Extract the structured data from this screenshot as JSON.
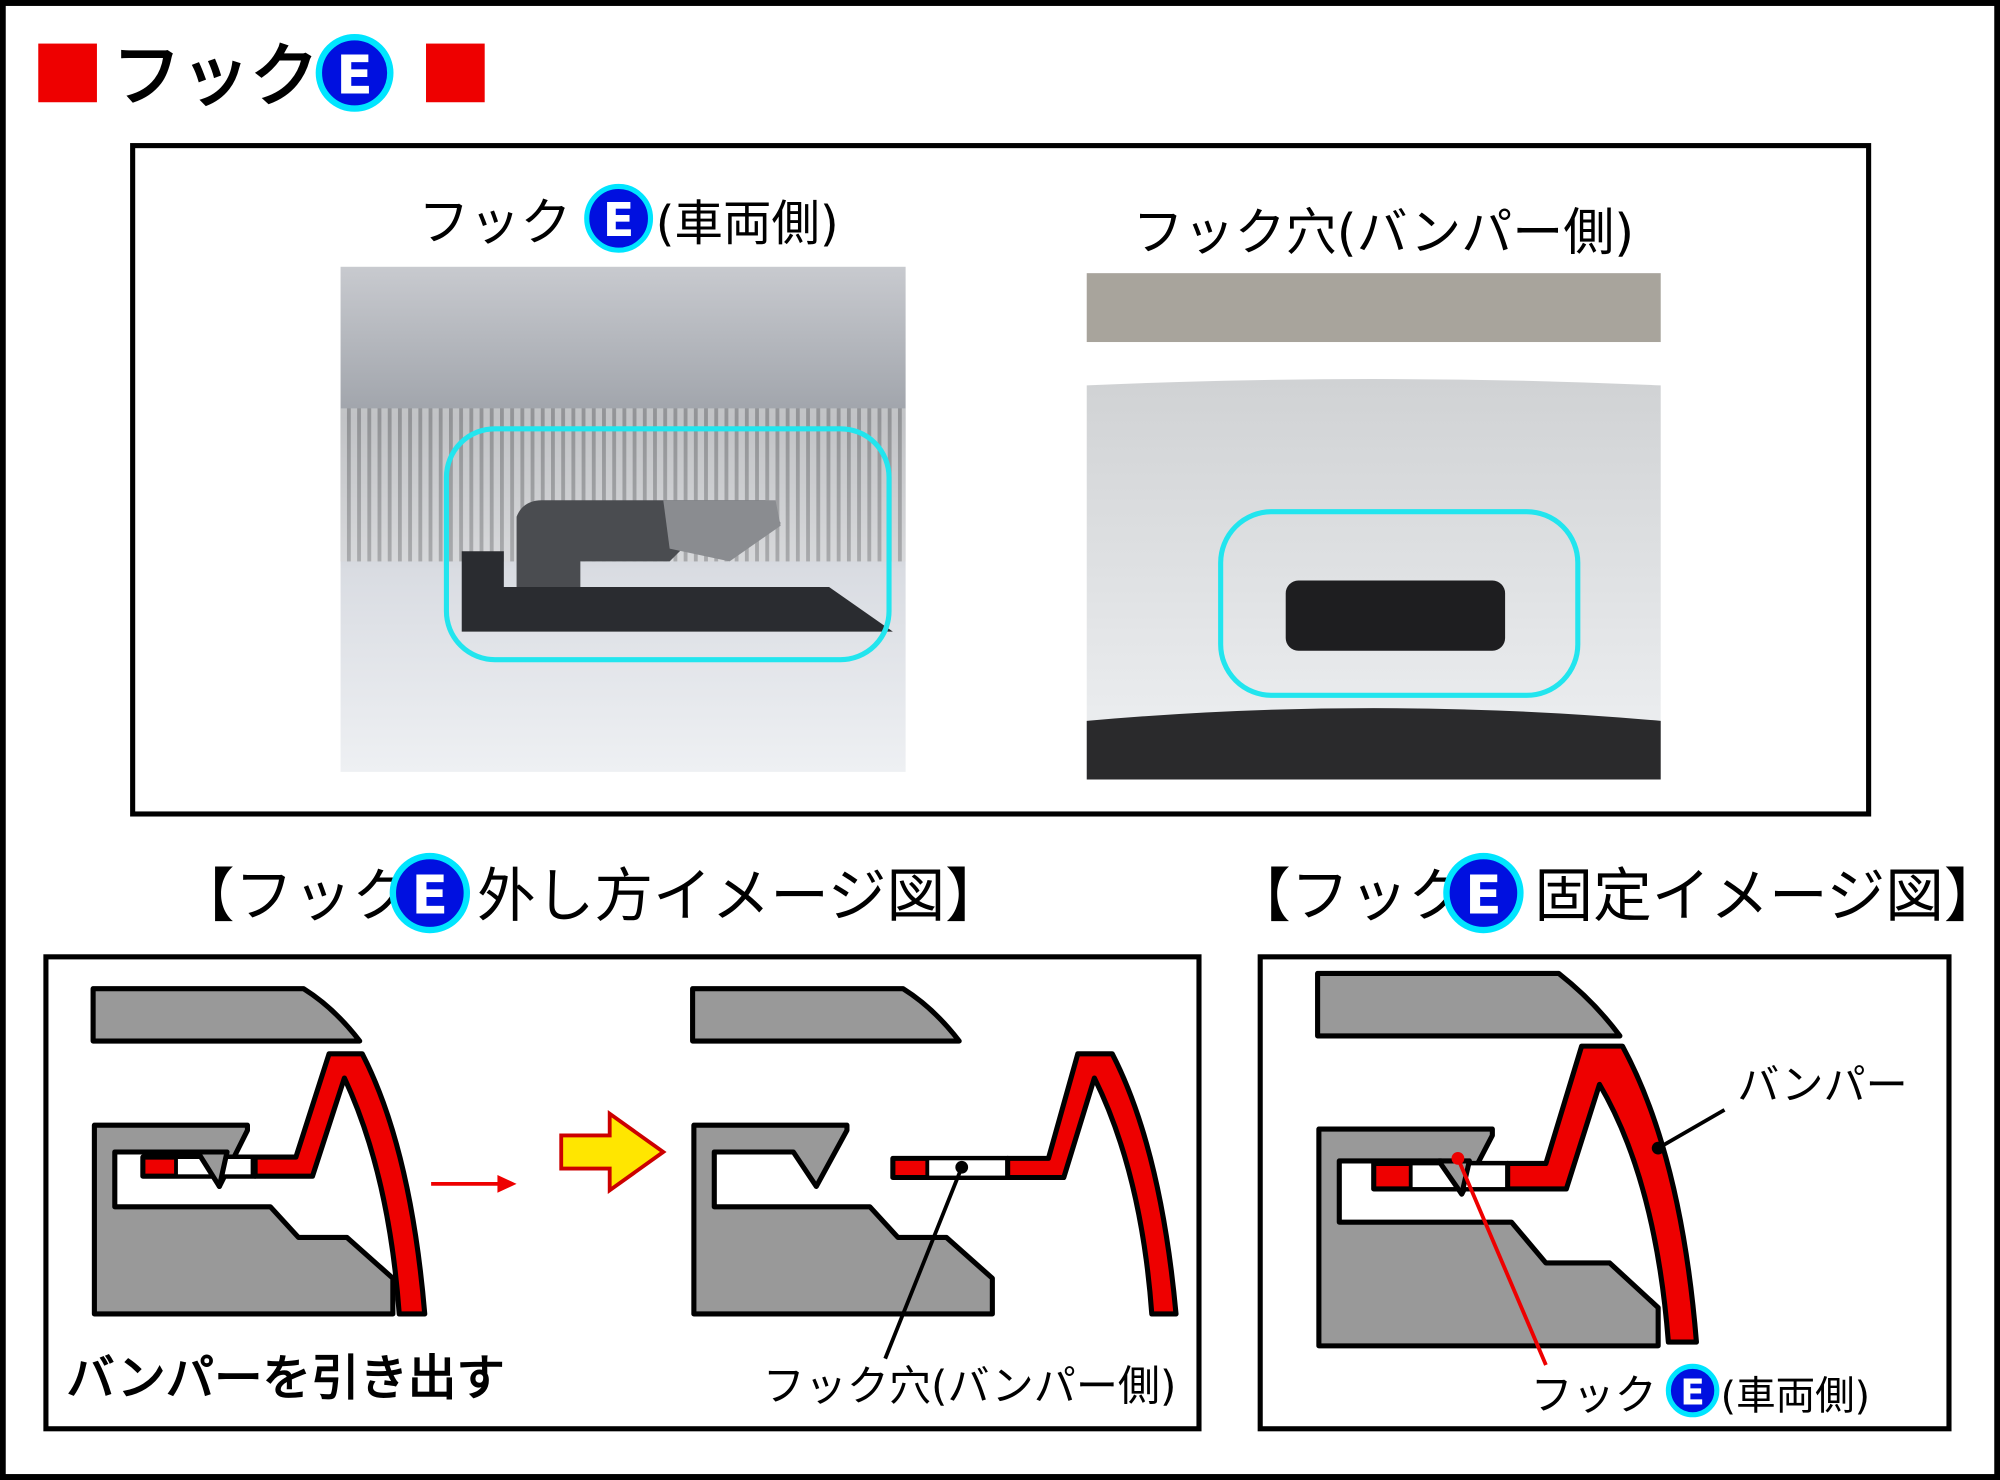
{
  "title": {
    "text": "フック",
    "badge": "E"
  },
  "photos": {
    "vehicle_caption": {
      "prefix": "フック",
      "badge": "E",
      "suffix": "(車両側)"
    },
    "bumper_caption": "フック穴(バンパー側)"
  },
  "removal": {
    "heading": {
      "prefix": "【フック",
      "badge": "E",
      "suffix": "外し方イメージ図】"
    },
    "action_label": "バンパーを引き出す",
    "hole_label": "フック穴(バンパー側)"
  },
  "fixed": {
    "heading": {
      "prefix": "【フック",
      "badge": "E",
      "suffix": "固定イメージ図】"
    },
    "bumper_label": "バンパー",
    "hook_label": {
      "prefix": "フック",
      "badge": "E",
      "suffix": "(車両側)"
    }
  },
  "colors": {
    "accent_red": "#e00000",
    "badge_blue": "#0010e0",
    "badge_ring": "#00e5ff",
    "highlight": "#22e5ee",
    "part_gray": "#999999"
  }
}
